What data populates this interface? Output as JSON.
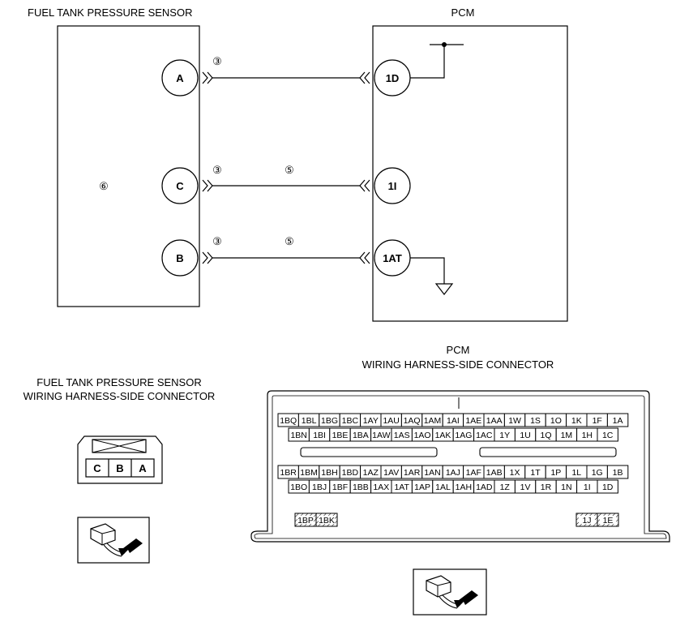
{
  "titles": {
    "sensor": "FUEL TANK PRESSURE SENSOR",
    "pcm": "PCM",
    "sensor_connector_line1": "FUEL TANK PRESSURE SENSOR",
    "sensor_connector_line2": "WIRING HARNESS-SIDE CONNECTOR",
    "pcm_connector_line1": "PCM",
    "pcm_connector_line2": "WIRING HARNESS-SIDE CONNECTOR"
  },
  "sensor_pins": [
    "A",
    "C",
    "B"
  ],
  "pcm_pins": [
    "1D",
    "1I",
    "1AT"
  ],
  "callouts": {
    "wire_a": "③",
    "wire_c": "③",
    "wire_b": "③",
    "mid_c": "⑤",
    "mid_b": "⑤",
    "sensor_body": "⑥"
  },
  "sensor_connector_cells": [
    "C",
    "B",
    "A"
  ],
  "pcm_connector": {
    "row1": [
      "1BQ",
      "1BL",
      "1BG",
      "1BC",
      "1AY",
      "1AU",
      "1AQ",
      "1AM",
      "1AI",
      "1AE",
      "1AA",
      "1W",
      "1S",
      "1O",
      "1K",
      "1F",
      "1A"
    ],
    "row2": [
      "1BN",
      "1BI",
      "1BE",
      "1BA",
      "1AW",
      "1AS",
      "1AO",
      "1AK",
      "1AG",
      "1AC",
      "1Y",
      "1U",
      "1Q",
      "1M",
      "1H",
      "1C"
    ],
    "row3": [
      "1BR",
      "1BM",
      "1BH",
      "1BD",
      "1AZ",
      "1AV",
      "1AR",
      "1AN",
      "1AJ",
      "1AF",
      "1AB",
      "1X",
      "1T",
      "1P",
      "1L",
      "1G",
      "1B"
    ],
    "row4": [
      "1BO",
      "1BJ",
      "1BF",
      "1BB",
      "1AX",
      "1AT",
      "1AP",
      "1AL",
      "1AH",
      "1AD",
      "1Z",
      "1V",
      "1R",
      "1N",
      "1I",
      "1D"
    ],
    "bottom_left": [
      "1BP",
      "1BK"
    ],
    "bottom_right": [
      "1J",
      "1E"
    ]
  }
}
